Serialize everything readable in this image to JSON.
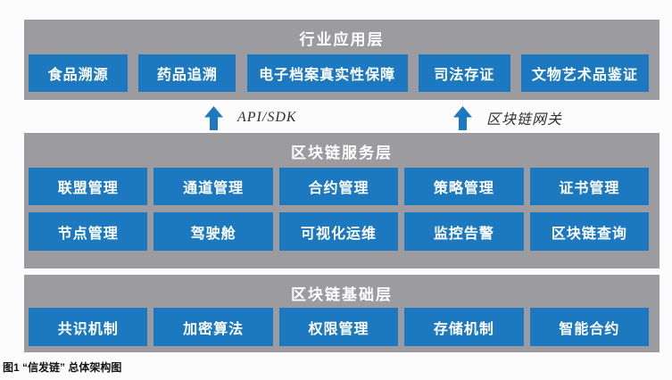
{
  "diagram": {
    "app_layer": {
      "title": "行业应用层",
      "boxes": [
        "食品溯源",
        "药品追溯",
        "电子档案真实性保障",
        "司法存证",
        "文物艺术品鉴证"
      ]
    },
    "connectors": {
      "api_sdk": "API/SDK",
      "gateway": "区块链网关"
    },
    "service_layer": {
      "title": "区块链服务层",
      "row1": [
        "联盟管理",
        "通道管理",
        "合约管理",
        "策略管理",
        "证书管理"
      ],
      "row2": [
        "节点管理",
        "驾驶舱",
        "可视化运维",
        "监控告警",
        "区块链查询"
      ]
    },
    "foundation_layer": {
      "title": "区块链基础层",
      "boxes": [
        "共识机制",
        "加密算法",
        "权限管理",
        "存储机制",
        "智能合约"
      ]
    },
    "caption": "图1 “信发链” 总体架构图",
    "colors": {
      "band_gray": "#9c9ca0",
      "box_blue": "#1c79c0",
      "box_text": "#ffffff",
      "arrow_blue": "#1c79c0",
      "label_text": "#2e2e33",
      "caption_text": "#141414"
    }
  }
}
